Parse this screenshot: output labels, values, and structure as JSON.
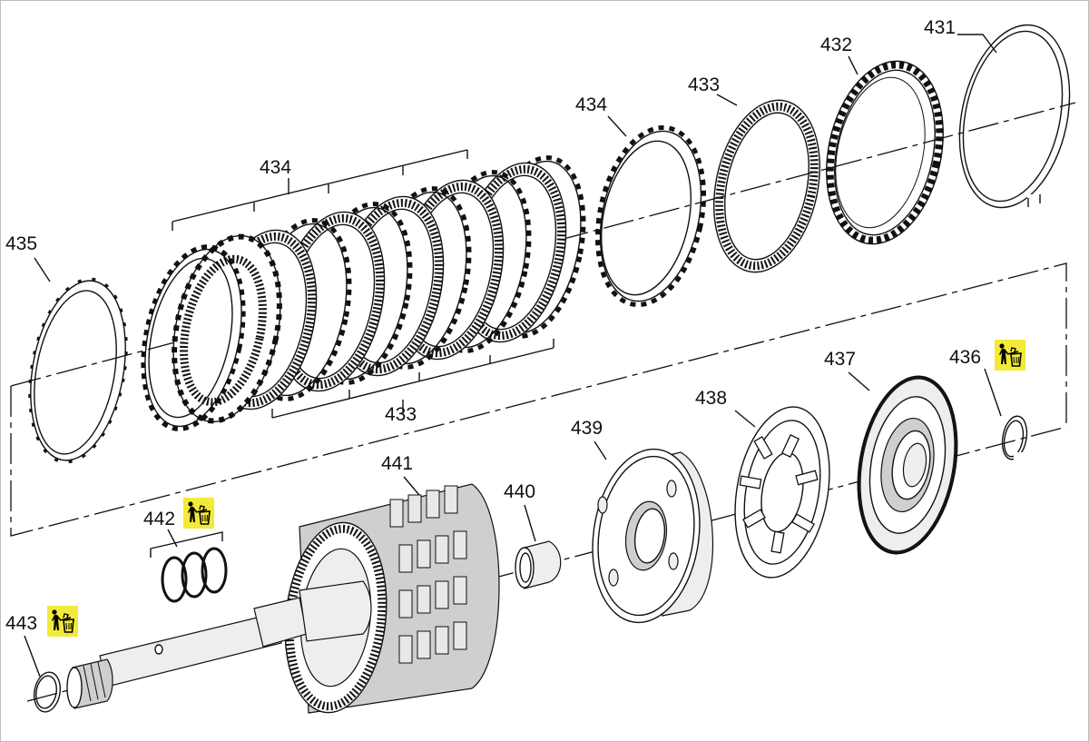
{
  "callouts": {
    "c431": "431",
    "c432": "432",
    "c433_top": "433",
    "c434_top": "434",
    "c434_pack": "434",
    "c435": "435",
    "c433_pack": "433",
    "c436": "436",
    "c437": "437",
    "c438": "438",
    "c439": "439",
    "c440": "440",
    "c441": "441",
    "c442": "442",
    "c443": "443"
  },
  "icons": {
    "disposal_icon": "discard-not-reusable-icon",
    "badge_color": "#f2ea38"
  },
  "colors": {
    "line": "#111111",
    "background": "#ffffff",
    "border": "#bdbdbd"
  }
}
